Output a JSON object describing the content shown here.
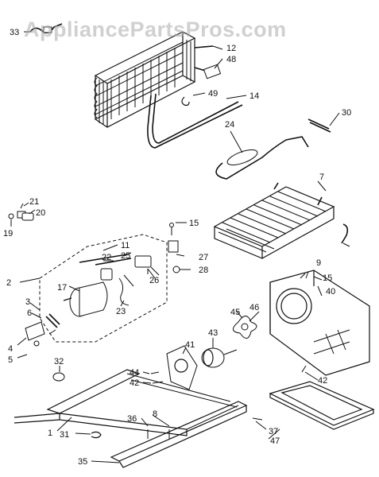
{
  "watermark": "AppliancePartsPros.com",
  "callouts": [
    "33",
    "12",
    "48",
    "49",
    "14",
    "30",
    "24",
    "7",
    "21",
    "20",
    "19",
    "15",
    "11",
    "22",
    "25",
    "27",
    "28",
    "26",
    "2",
    "17",
    "23",
    "9",
    "15",
    "40",
    "3",
    "6",
    "4",
    "5",
    "46",
    "45",
    "43",
    "41",
    "44",
    "42",
    "32",
    "42",
    "1",
    "36",
    "8",
    "37",
    "47",
    "31",
    "35"
  ]
}
